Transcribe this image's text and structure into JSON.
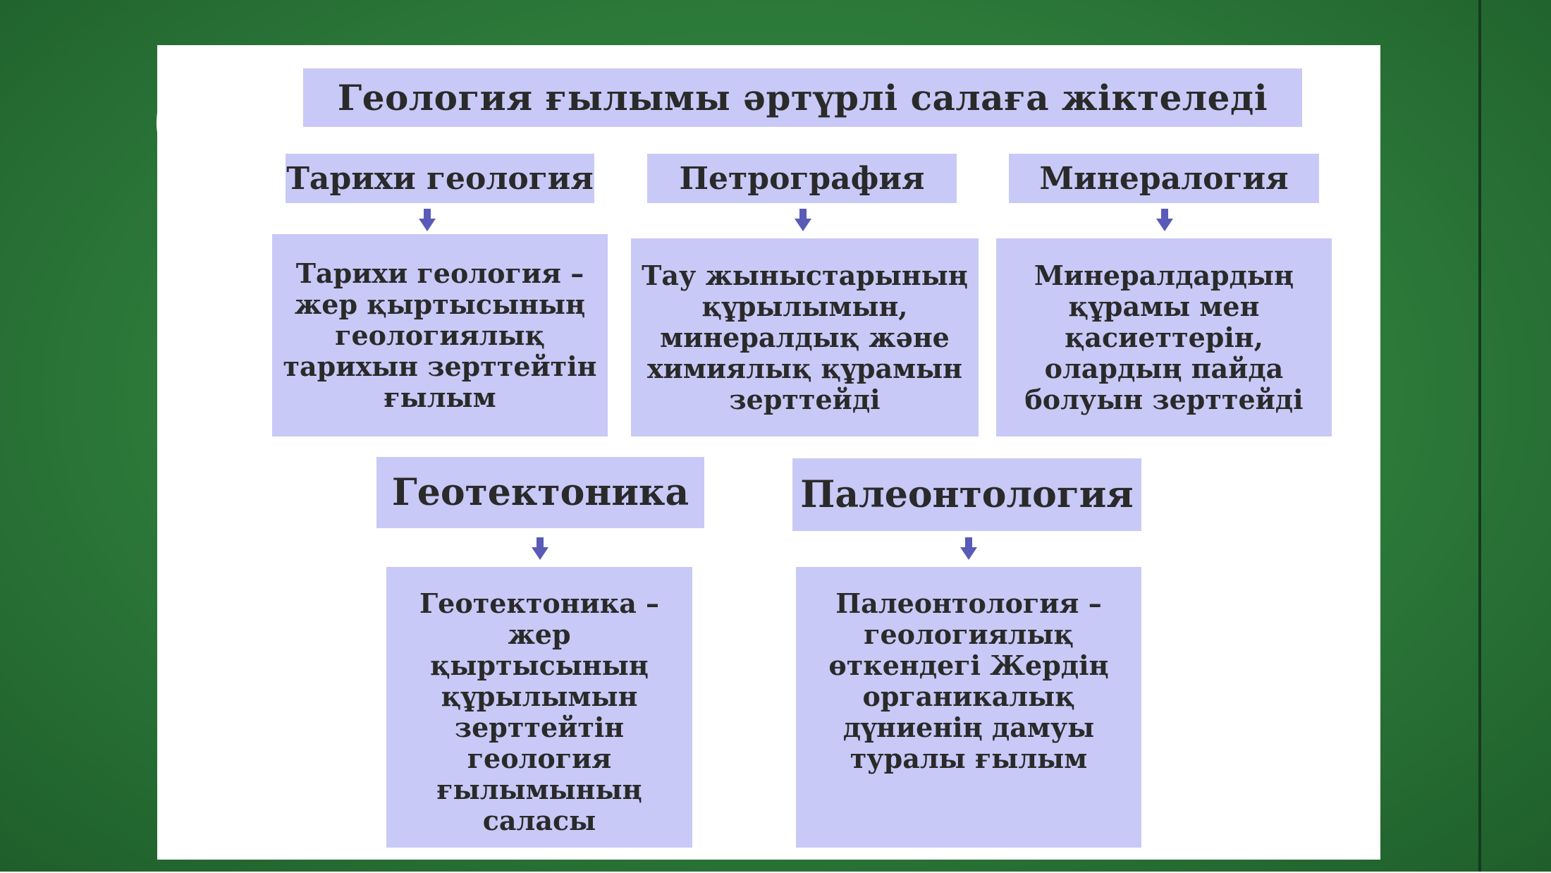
{
  "title": "Геология ғылымы әртүрлі салаға жіктеледі",
  "branches": [
    {
      "name": "Тарихи геология",
      "description": "Тарихи геология –\nжер қыртысының\nгеологиялық\nтарихын зерттейтін\nғылым"
    },
    {
      "name": "Петрография",
      "description": "Тау жыныстарының\nқұрылымын,\nминералдық және\nхимиялық құрамын\nзерттейді"
    },
    {
      "name": "Минералогия",
      "description": "Минералдардың\nқұрамы мен\nқасиеттерін,\nолардың пайда\nболуын зерттейді"
    },
    {
      "name": "Геотектоника",
      "description": "Геотектоника – жер\nқыртысының\nқұрылымын\nзерттейтін\nгеология\nғылымының саласы"
    },
    {
      "name": "Палеонтология",
      "description": "Палеонтология –\nгеологиялық\nөткендегі Жердің\nорганикалық\nдүниенің дамуы\nтуралы ғылым"
    }
  ],
  "colors": {
    "background_green": "#2c7a3a",
    "box_fill": "#c9c9f7",
    "arrow": "#5a5ab8",
    "text": "#2a2a2a"
  }
}
